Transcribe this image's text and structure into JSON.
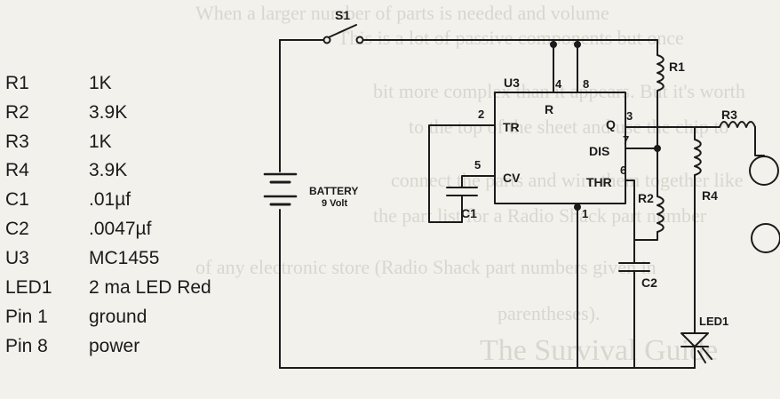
{
  "background_text": [
    "When a larger number of parts is needed and volume",
    "This is a lot of passive components but once",
    "bit more complex than it appears. But it's worth",
    "to the top of the sheet and use the chip to",
    "connect the parts and wire them together like",
    "the part list for a Radio Shack part number",
    "of any electronic store (Radio Shack part numbers given in",
    "parentheses).",
    "The Survival Guide"
  ],
  "parts_list": [
    {
      "ref": "R1",
      "value": "1K"
    },
    {
      "ref": "R2",
      "value": "3.9K"
    },
    {
      "ref": "R3",
      "value": "1K"
    },
    {
      "ref": "R4",
      "value": "3.9K"
    },
    {
      "ref": "C1",
      "value": ".01µf"
    },
    {
      "ref": "C2",
      "value": ".0047µf"
    },
    {
      "ref": "U3",
      "value": "MC1455"
    },
    {
      "ref": "LED1",
      "value": "2 ma LED Red"
    },
    {
      "ref": "Pin 1",
      "value": "ground"
    },
    {
      "ref": "Pin 8",
      "value": "power"
    }
  ],
  "schematic": {
    "switch_label": "S1",
    "battery_label": "BATTERY",
    "battery_voltage": "9 Volt",
    "ic_label": "U3",
    "pin_r": "R",
    "pin_q": "Q",
    "pin_tr": "TR",
    "pin_cv": "CV",
    "pin_dis": "DIS",
    "pin_thr": "THR",
    "pin_num_1": "1",
    "pin_num_2": "2",
    "pin_num_3": "3",
    "pin_num_4": "4",
    "pin_num_5": "5",
    "pin_num_6": "6",
    "pin_num_7": "7",
    "pin_num_8": "8",
    "label_r1": "R1",
    "label_r2": "R2",
    "label_r3": "R3",
    "label_r4": "R4",
    "label_c1": "C1",
    "label_c2": "C2",
    "label_led1": "LED1"
  },
  "colors": {
    "ink": "#1b1b1b",
    "paper": "#f3f1ec",
    "ghost_text": "#d9d6cf"
  }
}
